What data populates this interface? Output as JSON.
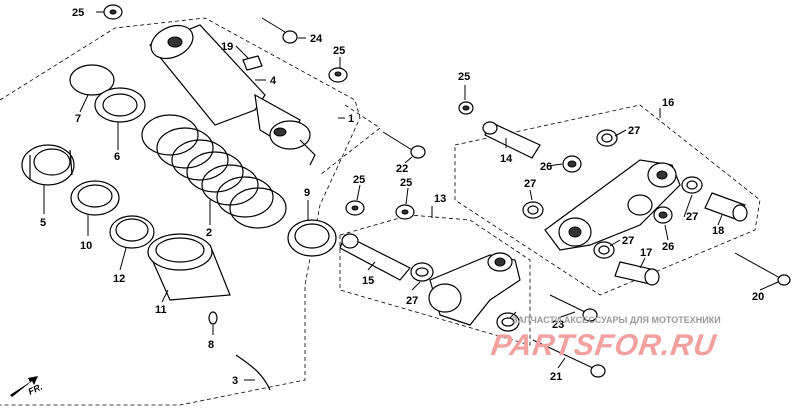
{
  "diagram": {
    "callouts": [
      "25",
      "24",
      "19",
      "4",
      "25",
      "1",
      "7",
      "6",
      "5",
      "2",
      "10",
      "12",
      "11",
      "9",
      "8",
      "3",
      "22",
      "25",
      "25",
      "13",
      "15",
      "27",
      "16",
      "25",
      "14",
      "26",
      "27",
      "27",
      "27",
      "18",
      "26",
      "27",
      "17",
      "20",
      "23",
      "21"
    ]
  },
  "direction_label": "FR.",
  "watermark": {
    "tagline": "ЗАПЧАСТИ АКСЕССУАРЫ ДЛЯ МОТОТЕХНИКИ",
    "logo": "PARTSFOR.RU"
  }
}
